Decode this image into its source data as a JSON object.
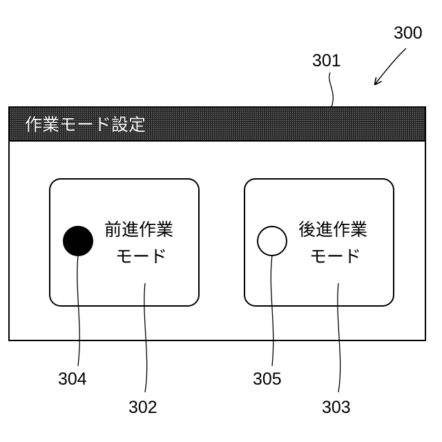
{
  "figure_number": "300",
  "window": {
    "ref": "301",
    "title": "作業モード設定"
  },
  "modes": [
    {
      "ref": "302",
      "label_line1": "前進作業",
      "label_line2": "モード",
      "radio_ref": "304",
      "selected": true
    },
    {
      "ref": "303",
      "label_line1": "後進作業",
      "label_line2": "モード",
      "radio_ref": "305",
      "selected": false
    }
  ]
}
